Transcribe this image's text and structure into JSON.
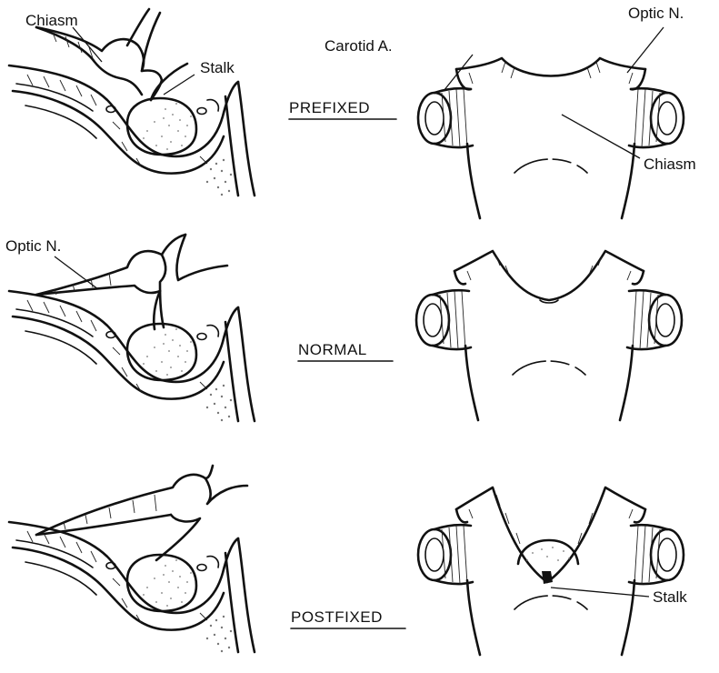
{
  "rows": [
    {
      "title": "PREFIXED",
      "labels": {
        "chiasm_left": "Chiasm",
        "stalk_left": "Stalk",
        "carotid": "Carotid A.",
        "optic": "Optic N.",
        "chiasm_right": "Chiasm"
      }
    },
    {
      "title": "NORMAL",
      "labels": {
        "optic_left": "Optic N."
      }
    },
    {
      "title": "POSTFIXED",
      "labels": {
        "stalk_right": "Stalk"
      }
    }
  ]
}
